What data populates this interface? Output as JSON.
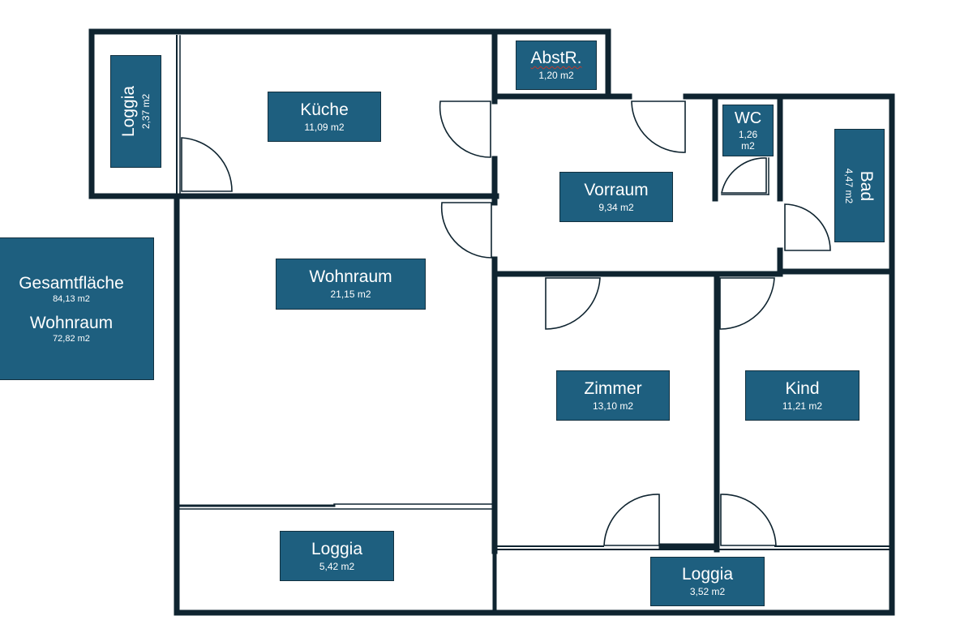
{
  "rooms": {
    "kueche": {
      "name": "Küche",
      "area": "11,09 m2"
    },
    "loggia_left": {
      "name": "Loggia",
      "area": "2,37 m2"
    },
    "abstr": {
      "name": "AbstR.",
      "area": "1,20 m2"
    },
    "wc": {
      "name": "WC",
      "area": "1,26 m2"
    },
    "bad": {
      "name": "Bad",
      "area": "4,47 m2"
    },
    "vorraum": {
      "name": "Vorraum",
      "area": "9,34 m2"
    },
    "wohnraum": {
      "name": "Wohnraum",
      "area": "21,15 m2"
    },
    "zimmer": {
      "name": "Zimmer",
      "area": "13,10 m2"
    },
    "kind": {
      "name": "Kind",
      "area": "11,21 m2"
    },
    "loggia_bottom": {
      "name": "Loggia",
      "area": "5,42 m2"
    },
    "loggia_right": {
      "name": "Loggia",
      "area": "3,52 m2"
    }
  },
  "summary": {
    "total_label": "Gesamtfläche",
    "total_area": "84,13 m2",
    "living_label": "Wohnraum",
    "living_area": "72,82 m2"
  },
  "colors": {
    "wall": "#0f2430",
    "label_bg": "#1e5f7f",
    "label_text": "#ffffff"
  }
}
